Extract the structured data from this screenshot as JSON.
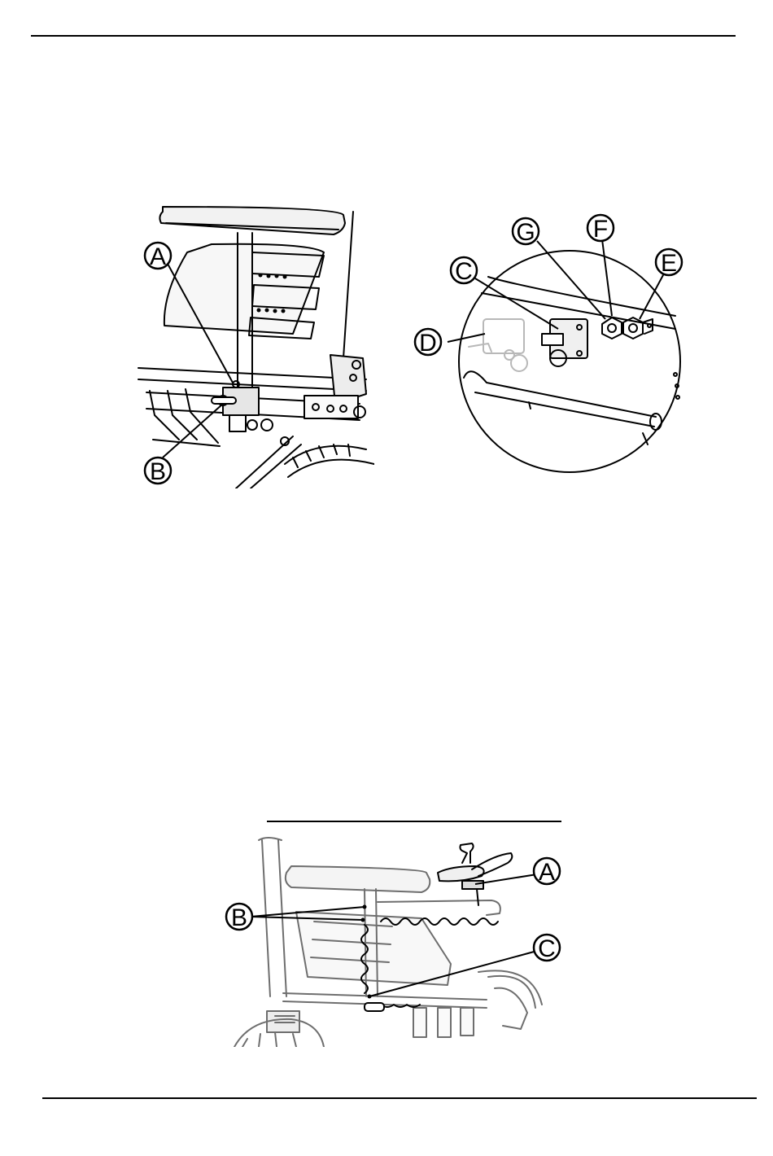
{
  "figures": {
    "armrest_side": {
      "callouts": [
        "A",
        "B"
      ]
    },
    "bracket_detail": {
      "callouts": [
        "G",
        "F",
        "E",
        "C",
        "D"
      ]
    },
    "joystick_side": {
      "callouts": [
        "A",
        "B",
        "C"
      ]
    }
  }
}
